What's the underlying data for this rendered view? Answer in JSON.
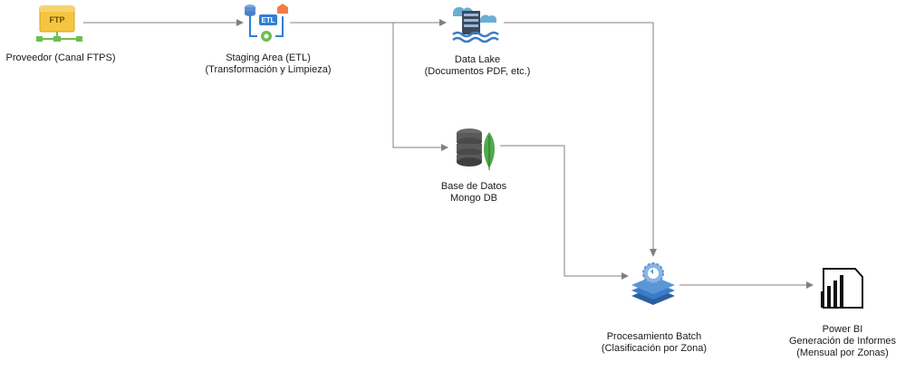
{
  "nodes": {
    "ftp": {
      "icon": "ftp-server-icon",
      "badge": "FTP",
      "line1": "Proveedor (Canal FTPS)"
    },
    "staging": {
      "icon": "etl-icon",
      "badge": "ETL",
      "line1": "Staging Area (ETL)",
      "line2": "(Transformación y Limpieza)"
    },
    "datalake": {
      "icon": "data-lake-icon",
      "line1": "Data Lake",
      "line2": "(Documentos PDF, etc.)"
    },
    "mongodb": {
      "icon": "mongodb-icon",
      "line1": "Base de Datos",
      "line2": "Mongo DB"
    },
    "batch": {
      "icon": "batch-processing-icon",
      "line1": "Procesamiento Batch",
      "line2": "(Clasificación por Zona)"
    },
    "powerbi": {
      "icon": "power-bi-icon",
      "line1": "Power BI",
      "line2": "Generación de Informes",
      "line3": "(Mensual por Zonas)"
    }
  },
  "colors": {
    "edge": "#808080",
    "ftp_yellow": "#f5c542",
    "ftp_green": "#6cbf4e",
    "etl_blue": "#2f7fd1",
    "etl_orange": "#f27c47",
    "mongo_green": "#4fa94d",
    "db_gray": "#5a5a5a",
    "batch_blue": "#3a7cc8",
    "lake_blue": "#3d7bc2"
  }
}
